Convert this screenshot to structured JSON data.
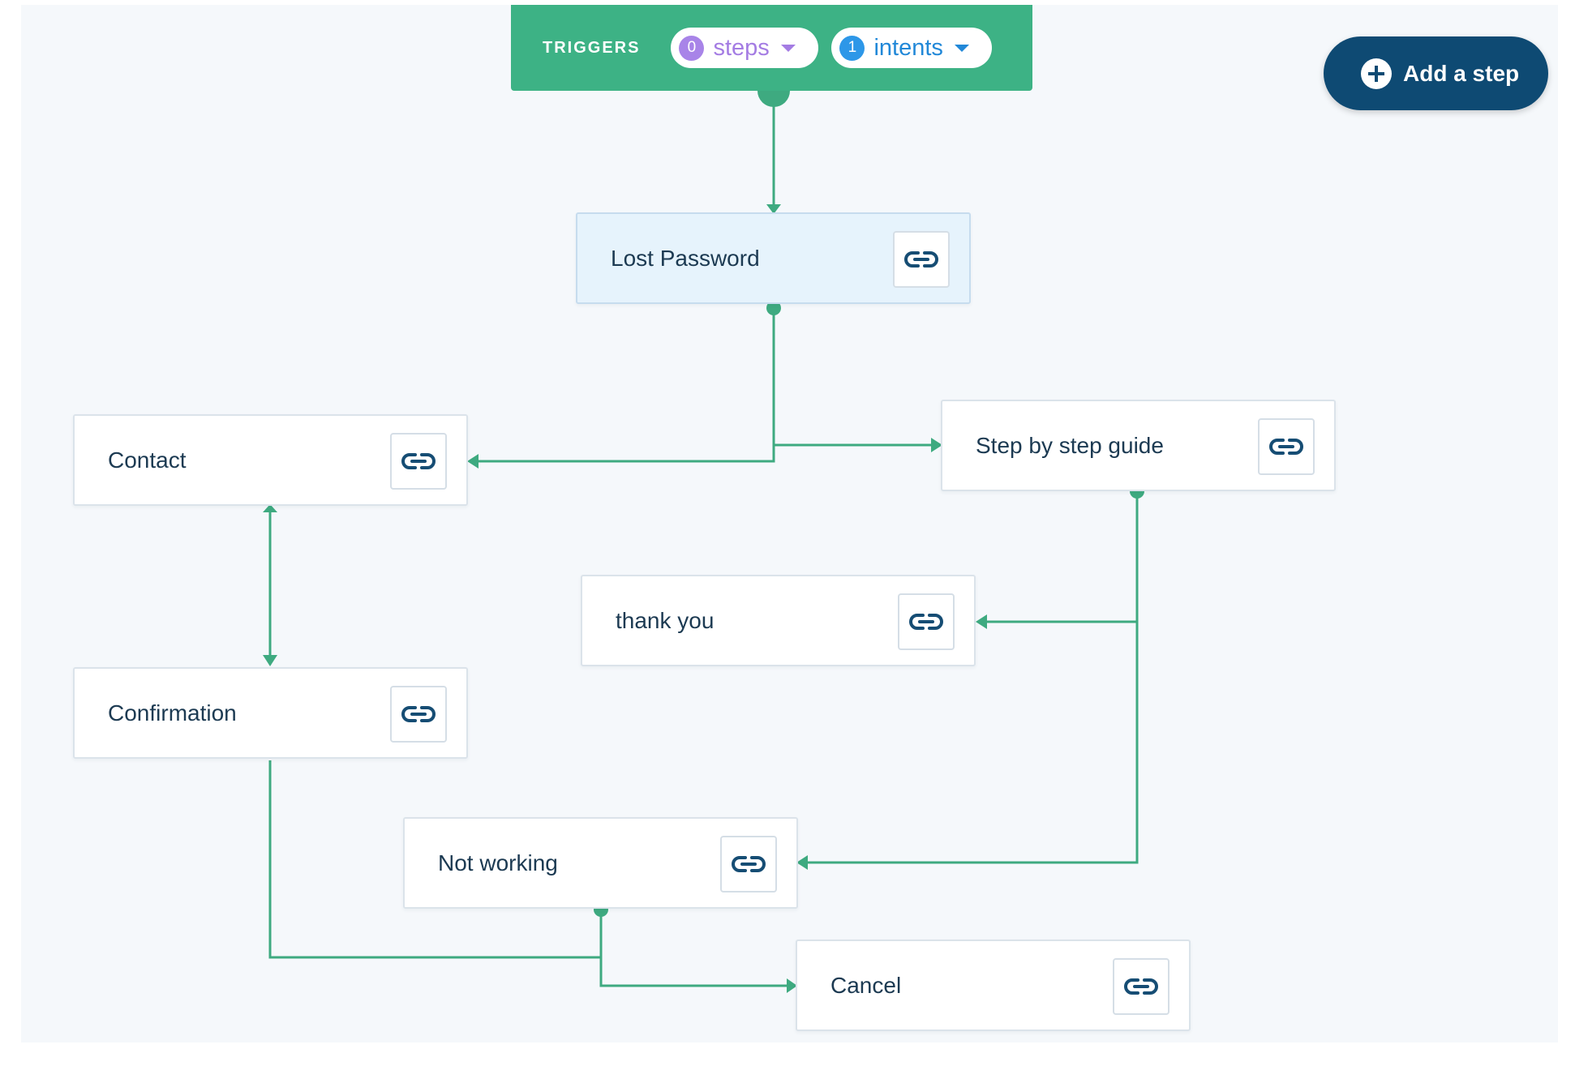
{
  "triggers": {
    "label": "TRIGGERS",
    "steps": {
      "count": "0",
      "label": "steps"
    },
    "intents": {
      "count": "1",
      "label": "intents"
    }
  },
  "add_step_label": "Add a step",
  "nodes": {
    "lost_password": "Lost Password",
    "contact": "Contact",
    "step_by_step": "Step by step guide",
    "thank_you": "thank you",
    "confirmation": "Confirmation",
    "not_working": "Not working",
    "cancel": "Cancel"
  },
  "colors": {
    "trigger_bar": "#3db285",
    "edge": "#3eaa80",
    "add_button": "#0e4a73",
    "steps_badge": "#a884e8",
    "intents_badge": "#2d97e8"
  },
  "icons": {
    "node_action": "link-icon",
    "pill_dropdown": "caret-down-icon",
    "add": "plus-icon"
  }
}
